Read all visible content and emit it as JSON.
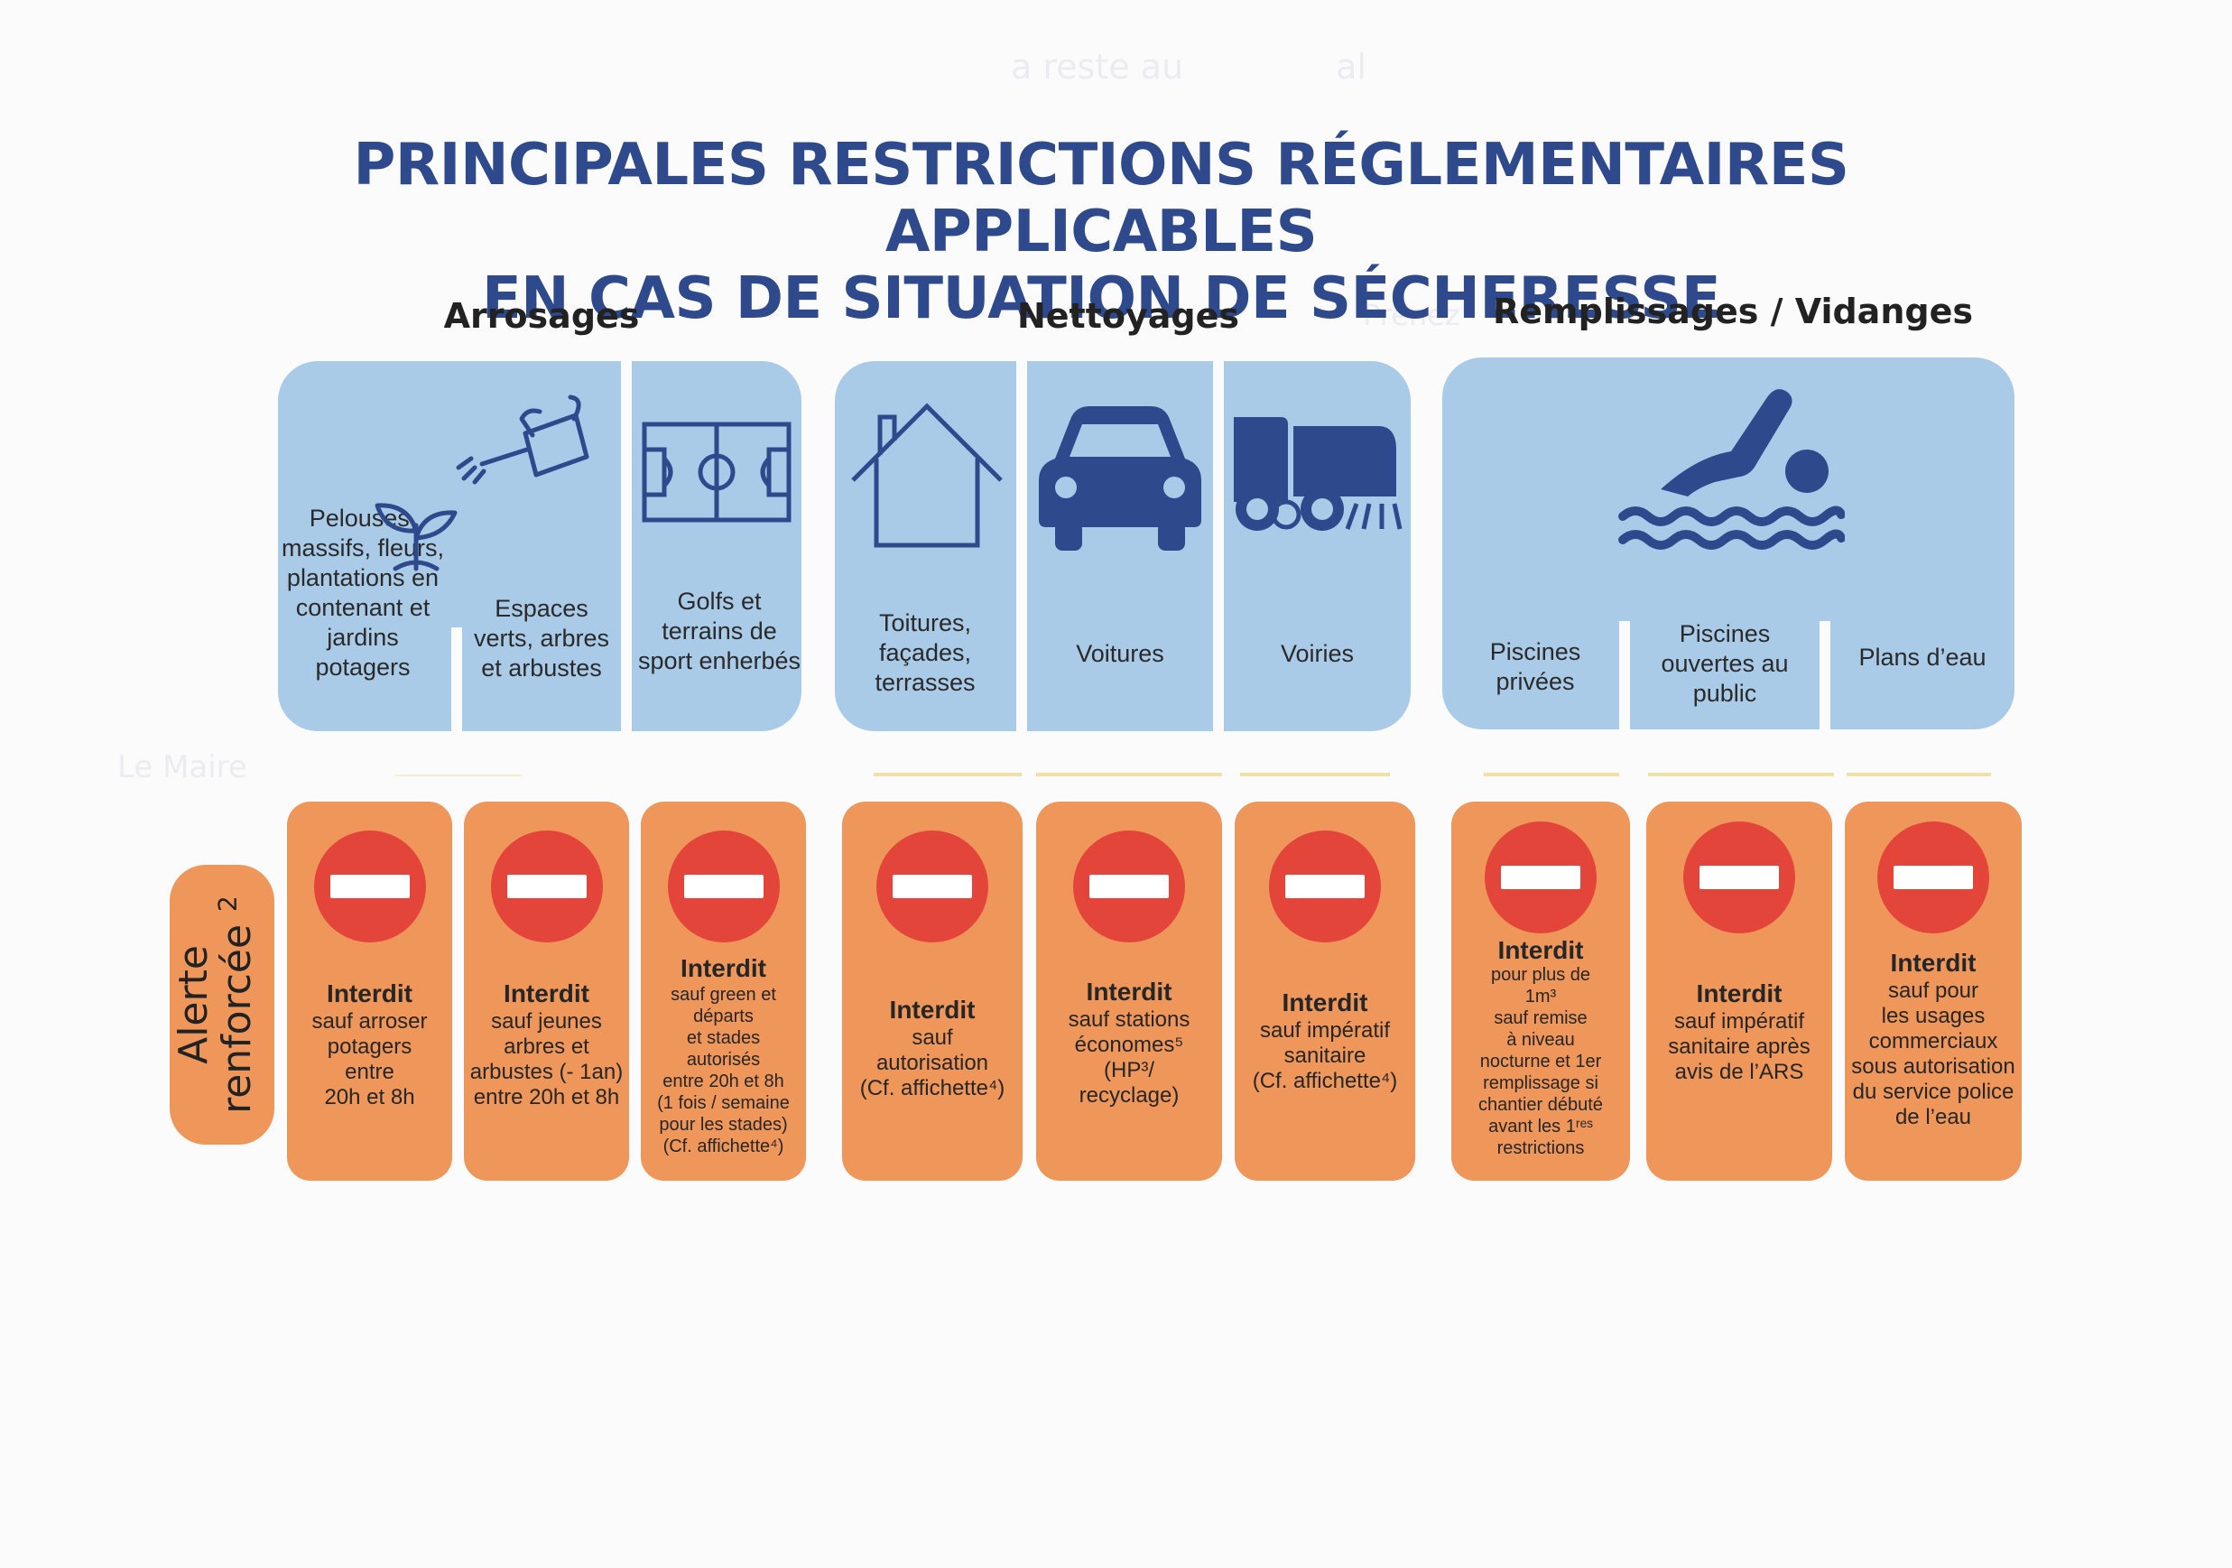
{
  "title": {
    "line1": "PRINCIPALES RESTRICTIONS RÉGLEMENTAIRES APPLICABLES",
    "line2": "EN CAS DE SITUATION DE SÉCHERESSE"
  },
  "groups": {
    "arrosages": "Arrosages",
    "nettoyages": "Nettoyages",
    "remplissages": "Remplissages / Vidanges"
  },
  "categories": {
    "pelouses": "Pelouses, massifs, fleurs, plantations en contenant et jardins potagers",
    "espaces": "Espaces verts, arbres et arbustes",
    "golfs": "Golfs et terrains de sport enherbés",
    "toitures": "Toitures, façades, terrasses",
    "voitures": "Voitures",
    "voiries": "Voiries",
    "piscines_privees": "Piscines privées",
    "piscines_publiques": "Piscines ouvertes au public",
    "plans_eau": "Plans d’eau"
  },
  "alert": {
    "line1": "Alerte",
    "line2": "renforcée",
    "sup": "2"
  },
  "restrictions": {
    "c1": {
      "h": "Interdit",
      "b": [
        "sauf arroser",
        "potagers",
        "entre",
        "20h et 8h"
      ]
    },
    "c2": {
      "h": "Interdit",
      "b": [
        "sauf jeunes",
        "arbres et",
        "arbustes (- 1an)",
        "entre 20h et 8h"
      ]
    },
    "c3": {
      "h": "Interdit",
      "b": [
        "sauf green et",
        "départs",
        "et stades",
        "autorisés",
        "entre 20h et 8h",
        "(1 fois / semaine",
        "pour les stades)",
        "(Cf. affichette⁴)"
      ]
    },
    "c4": {
      "h": "Interdit",
      "b": [
        "sauf",
        "autorisation",
        "(Cf. affichette⁴)"
      ]
    },
    "c5": {
      "h": "Interdit",
      "b": [
        "sauf stations",
        "économes⁵",
        "(HP³/",
        "recyclage)"
      ]
    },
    "c6": {
      "h": "Interdit",
      "b": [
        "sauf impératif",
        "sanitaire",
        "(Cf. affichette⁴)"
      ]
    },
    "c7": {
      "h": "Interdit",
      "b": [
        "pour plus de",
        "1m³",
        "sauf remise",
        "à niveau",
        "nocturne et 1er",
        "remplissage si",
        "chantier débuté",
        "avant les 1ʳᵉˢ",
        "restrictions"
      ]
    },
    "c8": {
      "h": "Interdit",
      "b": [
        "sauf impératif",
        "sanitaire après",
        "avis de l’ARS"
      ]
    },
    "c9": {
      "h": "Interdit",
      "b": [
        "sauf pour",
        "les usages",
        "commerciaux",
        "sous autorisation",
        "du service police",
        "de l’eau"
      ]
    }
  },
  "icons": [
    "watering-can-icon",
    "sprout-icon",
    "sports-field-icon",
    "house-icon",
    "car-icon",
    "street-sweeper-icon",
    "swimmer-icon"
  ],
  "colors": {
    "title": "#2f4a8c",
    "panel": "#a9cbe8",
    "orange": "#ef965a",
    "sign": "#e4453b",
    "icon": "#2f4a8c"
  }
}
